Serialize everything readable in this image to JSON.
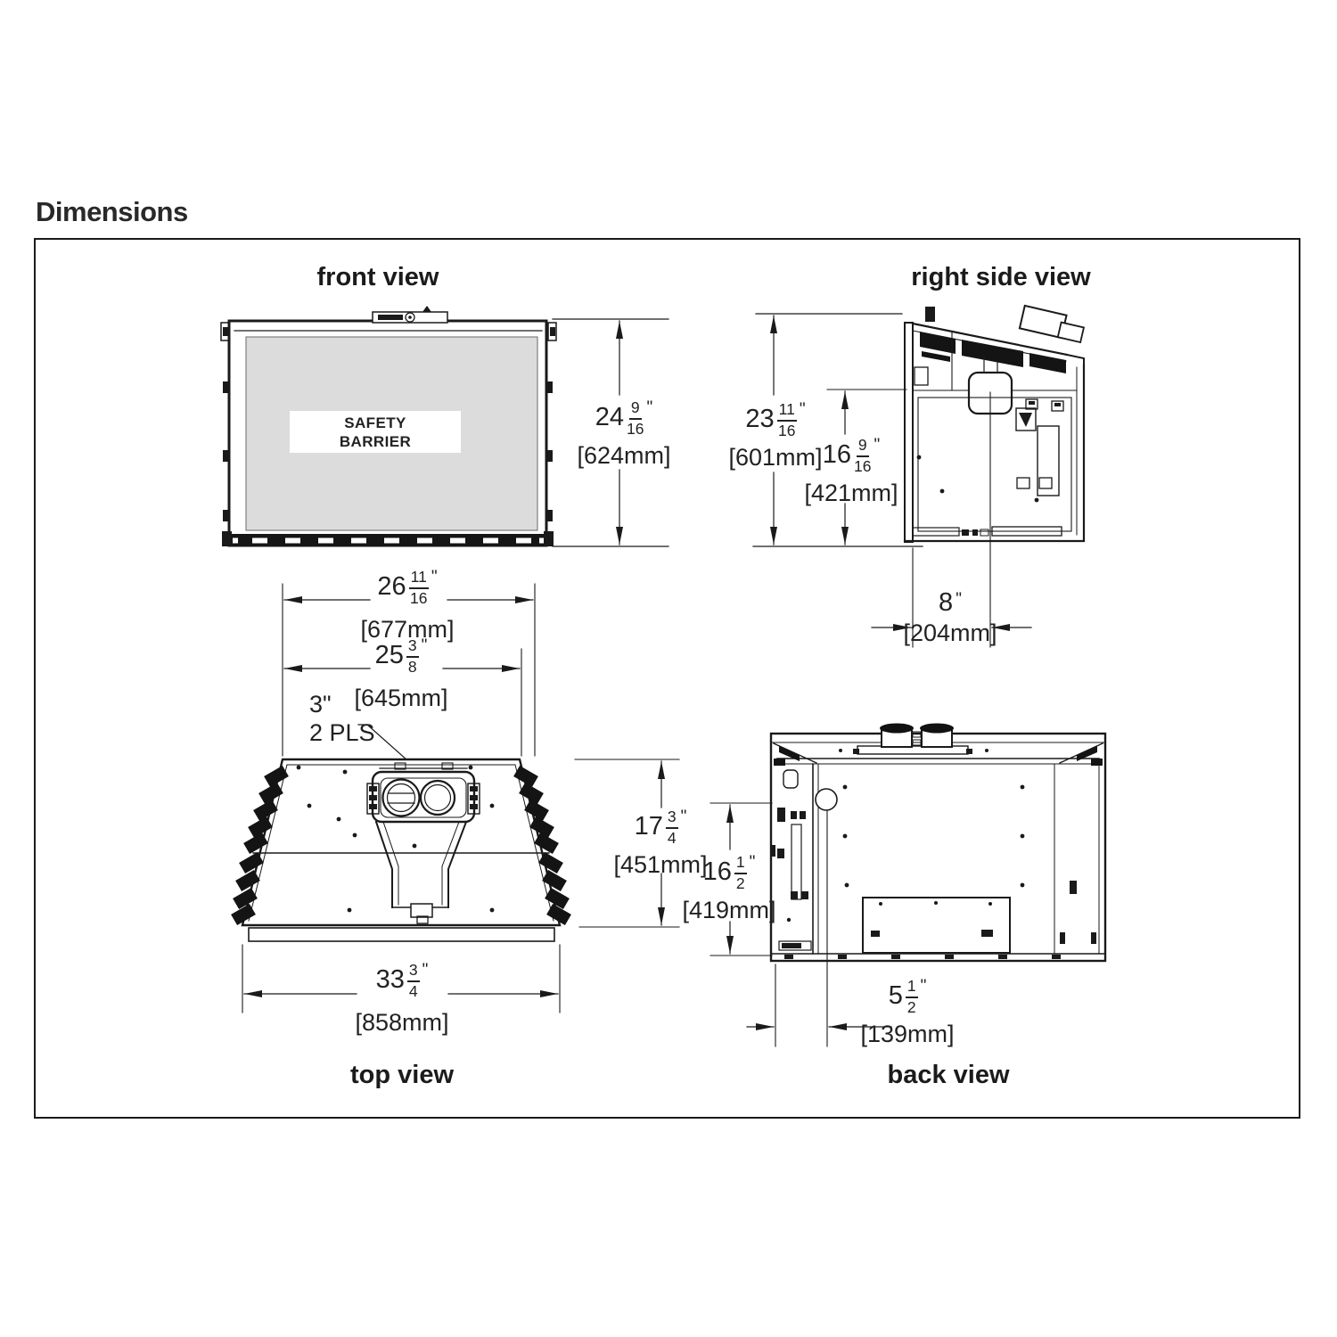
{
  "page": {
    "title": "Dimensions"
  },
  "marks": {
    "inch": "\""
  },
  "views": {
    "front": {
      "label": "front view",
      "safety_line1": "SAFETY",
      "safety_line2": "BARRIER"
    },
    "right_side": {
      "label": "right side view"
    },
    "top": {
      "label": "top view",
      "note_line1": "3\"",
      "note_line2": "2 PLS"
    },
    "back": {
      "label": "back view"
    }
  },
  "dimensions": {
    "front_height": {
      "whole": "24",
      "num": "9",
      "den": "16",
      "mm": "[624mm]"
    },
    "side_height": {
      "whole": "23",
      "num": "11",
      "den": "16",
      "mm": "[601mm]"
    },
    "side_collar_height": {
      "whole": "16",
      "num": "9",
      "den": "16",
      "mm": "[421mm]"
    },
    "side_collar_depth": {
      "whole": "8",
      "mm": "[204mm]"
    },
    "top_front_width": {
      "whole": "26",
      "num": "11",
      "den": "16",
      "mm": "[677mm]"
    },
    "top_opening_width": {
      "whole": "25",
      "num": "3",
      "den": "8",
      "mm": "[645mm]"
    },
    "top_depth": {
      "whole": "17",
      "num": "3",
      "den": "4",
      "mm": "[451mm]"
    },
    "base_width": {
      "whole": "33",
      "num": "3",
      "den": "4",
      "mm": "[858mm]"
    },
    "back_height": {
      "whole": "16",
      "num": "1",
      "den": "2",
      "mm": "[419mm]"
    },
    "back_offset": {
      "whole": "5",
      "num": "1",
      "den": "2",
      "mm": "[139mm]"
    }
  }
}
